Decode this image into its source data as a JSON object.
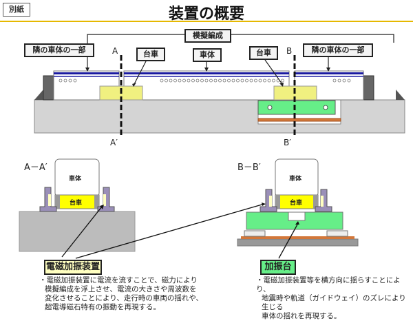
{
  "header": {
    "tag": "別紙",
    "title": "装置の概要"
  },
  "overview": {
    "formation_label": "模擬編成",
    "car_body_label": "車体",
    "bogie_label_left": "台車",
    "bogie_label_right": "台車",
    "adjacent_left": "隣の車体の一部",
    "adjacent_right": "隣の車体の一部",
    "section_a_top": "A",
    "section_a_bottom": "A′",
    "section_b_top": "B",
    "section_b_bottom": "B′"
  },
  "section_a": {
    "title": "A－A′",
    "car_body": "車体",
    "bogie": "台車"
  },
  "section_b": {
    "title": "B－B′",
    "car_body": "車体",
    "bogie": "台車"
  },
  "callouts": {
    "left": {
      "label": "電磁加振装置",
      "color": "#ffffc0",
      "lines": [
        "・電磁加振装置に電流を流すことで、磁力により",
        "模擬編成を浮上させ、電流の大きさや周波数を",
        "変化させることにより、走行時の車両の揺れや、",
        "超電導磁石特有の振動を再現する。"
      ]
    },
    "right": {
      "label": "加振台",
      "color": "#66ee88",
      "lines": [
        "・電磁加振装置等を横方向に揺らすことにより、",
        "地震時や軌道（ガイドウェイ）のズレにより生じる",
        "車体の揺れを再現する。"
      ]
    }
  },
  "colors": {
    "accent_rule": "#e6b800",
    "bogie_yellow": "#f0f080",
    "shaker_green": "#66ee88",
    "track_blue": "#1a1aa0",
    "ground_gray": "#d4d4d4"
  }
}
